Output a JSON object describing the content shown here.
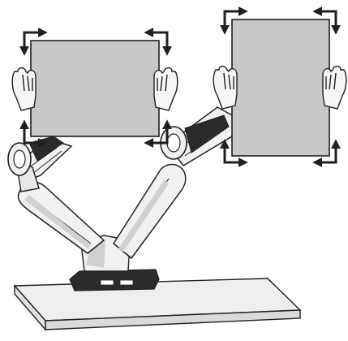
{
  "colors": {
    "background": "#ffffff",
    "outline": "#1f1f1f",
    "panel_fill": "#c8c8c8",
    "arm_fill": "#f1f1f1",
    "arm_shadow": "#d0d0d0",
    "desk_top": "#eeeeee",
    "desk_edge": "#dadada",
    "glove_fill": "#f6f6f6",
    "arrow": "#1f1f1f"
  },
  "icons": {
    "arrow": "corner-arrow-icon",
    "hand": "gloved-hand-icon",
    "clamp": "clamp-base-icon",
    "joint": "tilt-joint-icon"
  },
  "diagram": {
    "subject": "dual-monitor-arm-mount",
    "monitor_count": 2,
    "orientations": [
      "landscape",
      "portrait"
    ]
  }
}
